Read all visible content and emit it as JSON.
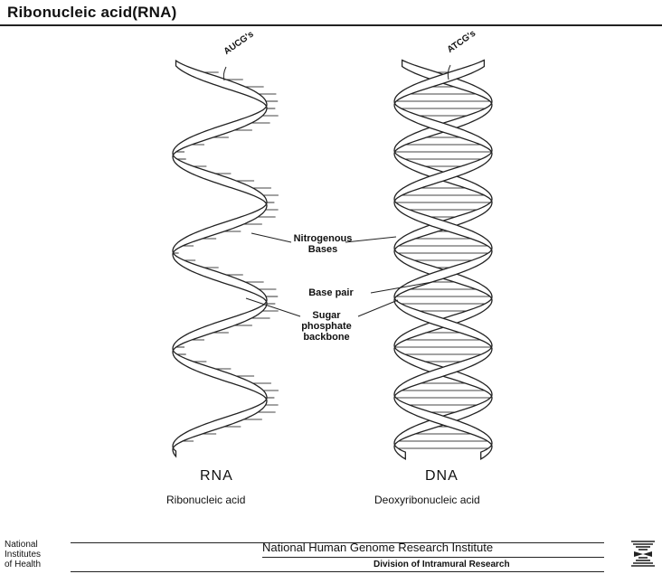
{
  "page": {
    "title": "Ribonucleic acid(RNA)"
  },
  "diagram": {
    "rna": {
      "tag": "AUCG's",
      "name": "RNA",
      "full_name": "Ribonucleic acid"
    },
    "dna": {
      "tag": "ATCG's",
      "name": "DNA",
      "full_name": "Deoxyribonucleic acid"
    },
    "labels": {
      "nitrogenous_bases": "Nitrogenous\nBases",
      "base_pair": "Base pair",
      "backbone": "Sugar\nphosphate\nbackbone"
    }
  },
  "footer": {
    "nih": [
      "National",
      "Institutes",
      "of Health"
    ],
    "institute": "National Human Genome Research Institute",
    "division": "Division of Intramural Research"
  }
}
